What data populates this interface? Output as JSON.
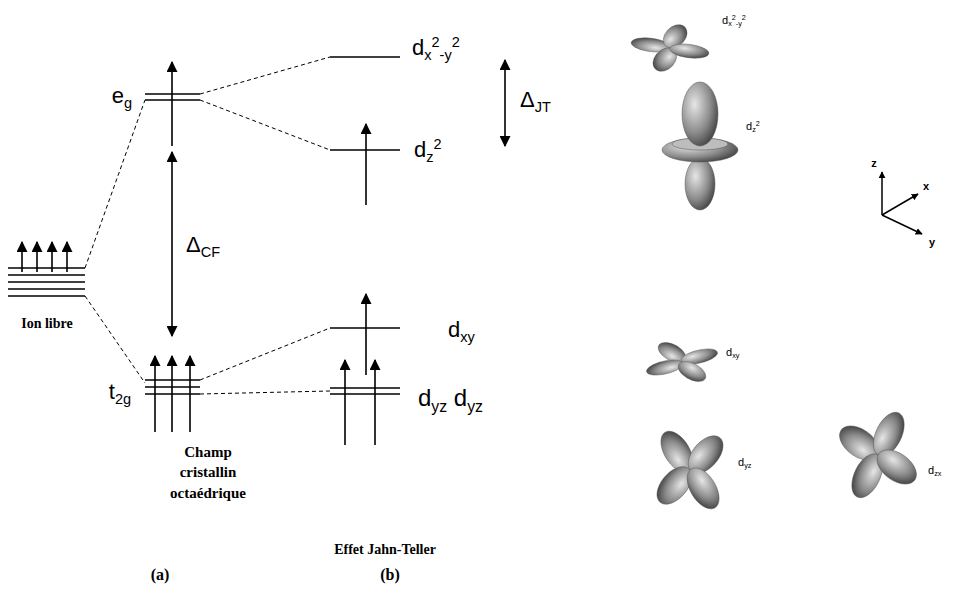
{
  "diagram": {
    "labels": [
      "eg",
      "ΔCF",
      "Ion libre",
      "t2g",
      "Champ cristallin octaédrique",
      "(a)",
      "dx2-y2",
      "ΔJT",
      "dz2",
      "dxy",
      "dyz dyz",
      "Effet Jahn-Teller",
      "(b)",
      "dx2-y2",
      "dz2",
      "dxy",
      "dyz",
      "dzx",
      "z",
      "x",
      "y"
    ]
  }
}
